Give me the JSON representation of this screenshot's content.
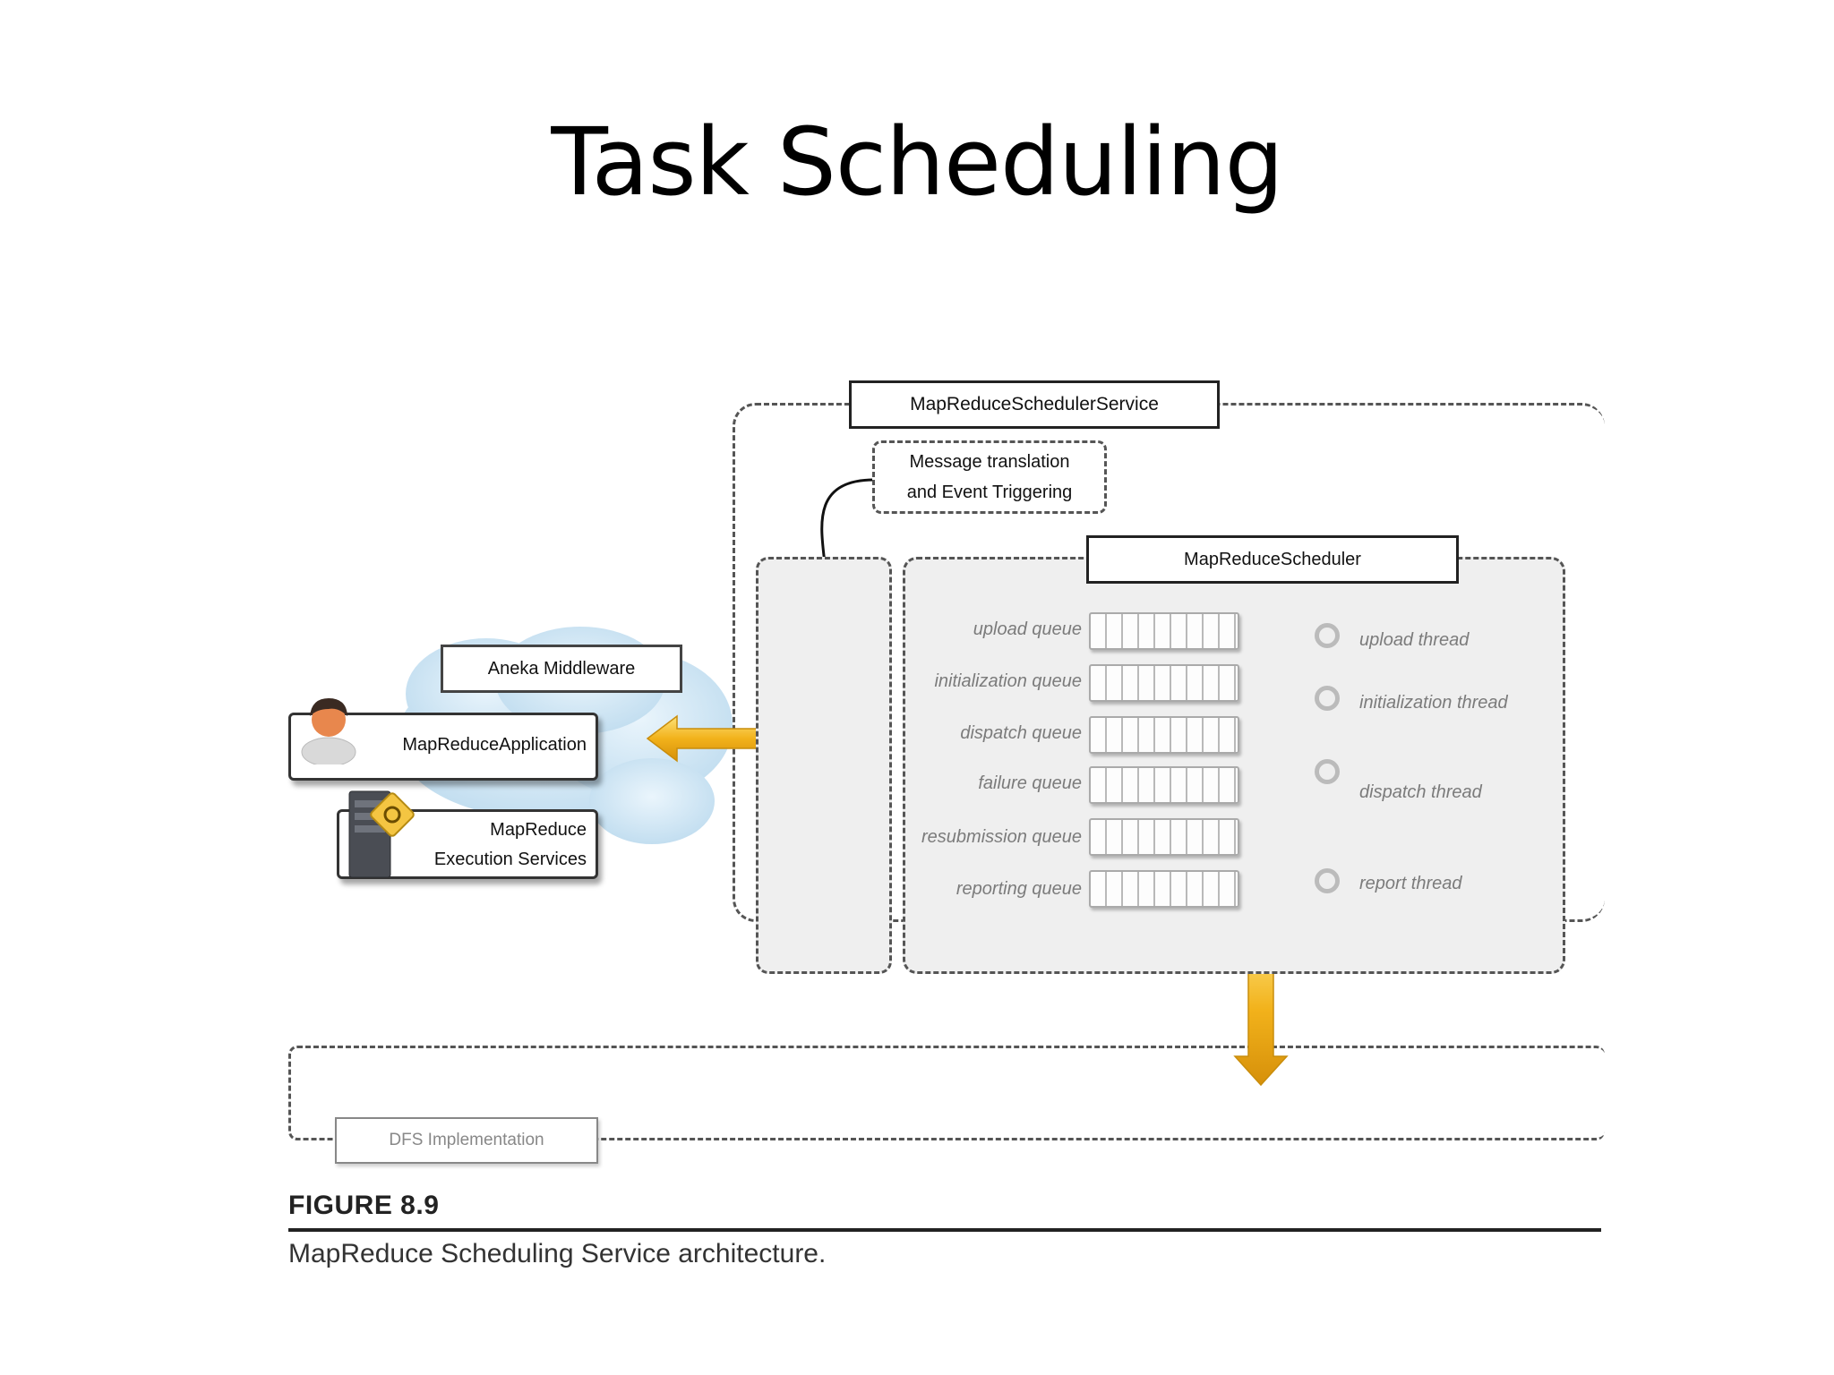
{
  "slide": {
    "title": "Task Scheduling"
  },
  "diagram": {
    "scheduler_service": "MapReduceSchedulerService",
    "message_note": {
      "line1": "Message translation",
      "line2": "and Event Triggering"
    },
    "scheduler": "MapReduceScheduler",
    "middleware": "Aneka Middleware",
    "application": "MapReduceApplication",
    "execution_services": {
      "line1": "MapReduce",
      "line2": "Execution Services"
    },
    "queues": [
      "upload queue",
      "initialization queue",
      "dispatch queue",
      "failure queue",
      "resubmission queue",
      "reporting queue"
    ],
    "threads": [
      "upload thread",
      "initialization thread",
      "dispatch thread",
      "report thread"
    ],
    "dfs": "DFS Implementation"
  },
  "caption": {
    "number": "FIGURE 8.9",
    "text": "MapReduce Scheduling Service architecture."
  },
  "colors": {
    "arrow": "#f2b21b",
    "cloud": "#cfe6f5",
    "panel": "#efefef"
  }
}
